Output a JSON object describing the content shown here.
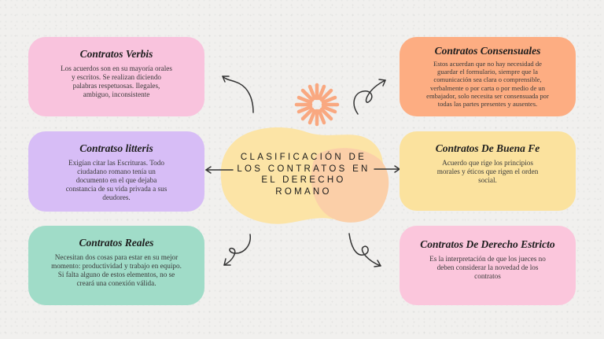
{
  "central": {
    "lines": [
      "CLASIFICACIÓN DE",
      "LOS CONTRATOS EN",
      "EL DERECHO",
      "ROMANO"
    ]
  },
  "cards": {
    "verbis": {
      "title": "Contratos Verbis",
      "lines": [
        "Los acuerdos son en su mayoría orales",
        "y escritos.  Se realizan diciendo",
        "palabras respetuosas. Ilegales,",
        "ambiguo, inconsistente"
      ],
      "color": "#f9c3dd"
    },
    "litteris": {
      "title": "Contratso litteris",
      "lines": [
        "Exigían citar las Escrituras. Todo",
        "ciudadano romano tenía un",
        "documento en el que dejaba",
        "constancia de su vida privada a sus",
        "deudores."
      ],
      "color": "#d7bdf6"
    },
    "reales": {
      "title": "Contratos Reales",
      "lines": [
        "Necesitan dos cosas para estar en su mejor",
        "momento: productividad y trabajo en equipo.",
        "Si falta alguno de estos elementos, no se",
        "creará una conexión válida."
      ],
      "color": "#a0dcc8"
    },
    "consensuales": {
      "title": "Contratos Consensuales",
      "lines": [
        "Estos acuerdan que no hay necesidad de",
        "guardar el formulario, siempre que la",
        "comunicación sea clara o comprensible,",
        "verbalmente o por carta o por medio de un",
        "embajador, solo necesita ser consensuada por",
        "todas las partes presentes y ausentes."
      ],
      "color": "#fdad82"
    },
    "buena_fe": {
      "title": "Contratos De Buena Fe",
      "lines": [
        "Acuerdo que rige los principios",
        "morales y éticos que rigen el orden",
        "social."
      ],
      "color": "#fbe29e"
    },
    "derecho_estricto": {
      "title": "Contratos De Derecho Estricto",
      "lines": [
        "Es la interpretación de que los jueces no",
        "deben considerar la novedad de los",
        "contratos"
      ],
      "color": "#fbc6dc"
    }
  },
  "colors": {
    "blob_yellow": "#fce4a6",
    "blob_peach": "#fbcfa8",
    "sun_orange": "#f9a880",
    "arrow": "#333333"
  }
}
